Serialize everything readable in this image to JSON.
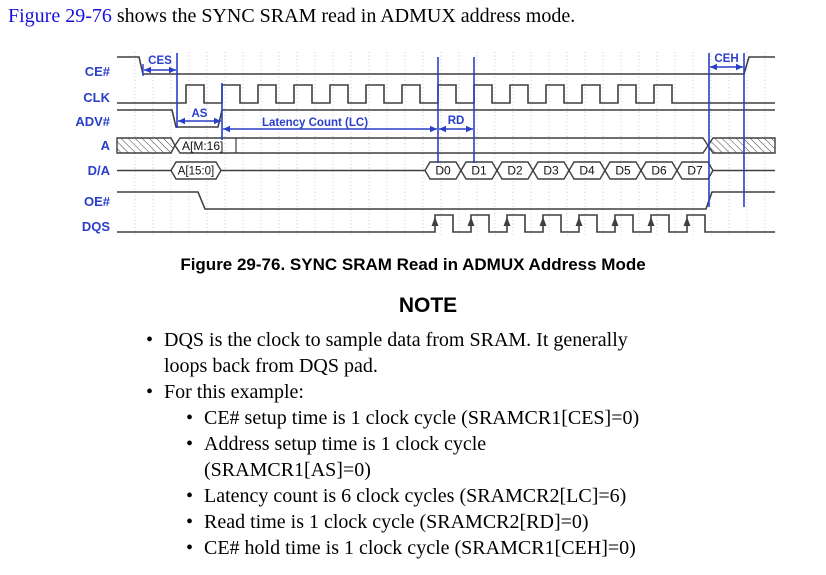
{
  "intro": {
    "link_text": "Figure 29-76",
    "rest_text": " shows the SYNC SRAM read in ADMUX address mode."
  },
  "figure": {
    "caption": "Figure 29-76. SYNC SRAM Read in ADMUX Address Mode",
    "accent_color": "#2a3fc8",
    "wave_color": "#3f3f3f",
    "grid_color": "#c6cdde",
    "signals": [
      "CE#",
      "CLK",
      "ADV#",
      "A",
      "D/A",
      "OE#",
      "DQS"
    ],
    "annotations": {
      "ces": "CES",
      "as": "AS",
      "lc": "Latency Count (LC)",
      "rd": "RD",
      "ceh": "CEH"
    },
    "values": {
      "address_bus": "A[M:16]",
      "muxed_address": "A[15:0]",
      "data_beats": [
        "D0",
        "D1",
        "D2",
        "D3",
        "D4",
        "D5",
        "D6",
        "D7"
      ]
    }
  },
  "note": {
    "title": "NOTE",
    "bullet_char": "•",
    "items": [
      {
        "level": 1,
        "lines": [
          "DQS is the clock to sample data from SRAM. It generally",
          "loops back from DQS pad."
        ]
      },
      {
        "level": 1,
        "lines": [
          "For this example:"
        ]
      },
      {
        "level": 2,
        "lines": [
          "CE# setup time is 1 clock cycle (SRAMCR1[CES]=0)"
        ]
      },
      {
        "level": 2,
        "lines": [
          "Address setup time is 1 clock cycle",
          "(SRAMCR1[AS]=0)"
        ]
      },
      {
        "level": 2,
        "lines": [
          "Latency count is 6 clock cycles (SRAMCR2[LC]=6)"
        ]
      },
      {
        "level": 2,
        "lines": [
          "Read time is 1 clock cycle (SRAMCR2[RD]=0)"
        ]
      },
      {
        "level": 2,
        "lines": [
          "CE# hold time is 1 clock cycle (SRAMCR1[CEH]=0)"
        ]
      }
    ]
  }
}
